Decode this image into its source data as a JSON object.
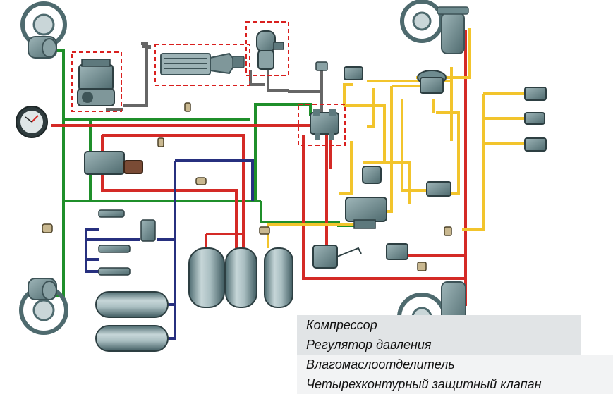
{
  "legend": {
    "items": [
      {
        "label": "Компрессор",
        "highlighted": true
      },
      {
        "label": "Регулятор давления",
        "highlighted": true
      },
      {
        "label": "Влагомаслоотделитель",
        "highlighted": false
      },
      {
        "label": "Четырехконтурный защитный клапан",
        "highlighted": false
      }
    ]
  },
  "colors": {
    "circuit_green": "#1f8f2a",
    "circuit_red": "#d42a26",
    "circuit_yellow": "#f2c42c",
    "circuit_blue": "#27307f",
    "supply_line": "#555555",
    "highlight_frame": "#d9201f",
    "component_metal": "#6f8c90"
  },
  "icons": [
    "brake-chamber-icon",
    "pressure-gauge-icon",
    "compressor-icon",
    "pressure-regulator-icon",
    "moisture-separator-icon",
    "protection-valve-icon",
    "air-tank-icon",
    "brake-valve-icon"
  ]
}
